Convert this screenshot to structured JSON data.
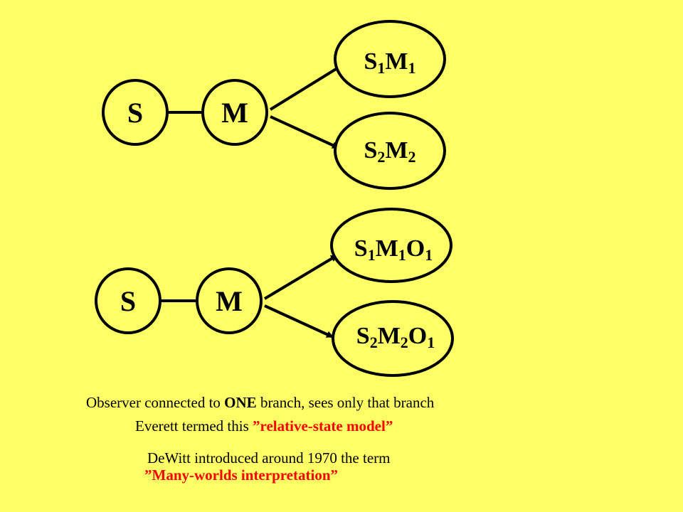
{
  "colors": {
    "background": "#ffff66",
    "node_stroke": "#000000",
    "node_fill": "#ffff66",
    "highlight": "#ff0000"
  },
  "diagram_top": {
    "source": "S",
    "measurer": "M",
    "branch1": {
      "parts": [
        "S",
        "1",
        "M",
        "1"
      ]
    },
    "branch2": {
      "parts": [
        "S",
        "2",
        "M",
        "2"
      ]
    }
  },
  "diagram_bottom": {
    "source": "S",
    "measurer": "M",
    "branch1": {
      "parts": [
        "S",
        "1",
        "M",
        "1",
        "O",
        "1"
      ]
    },
    "branch2": {
      "parts": [
        "S",
        "2",
        "M",
        "2",
        "O",
        "1"
      ]
    }
  },
  "captions": {
    "line1": {
      "pre": "Observer connected to ",
      "emph": "ONE",
      "post": " branch, sees only that branch"
    },
    "line2": {
      "pre": "Everett termed this ",
      "quote": "”relative-state model”"
    },
    "line3": {
      "text": "DeWitt introduced around 1970 the term"
    },
    "line4": {
      "quote": "”Many-worlds interpretation”"
    }
  }
}
